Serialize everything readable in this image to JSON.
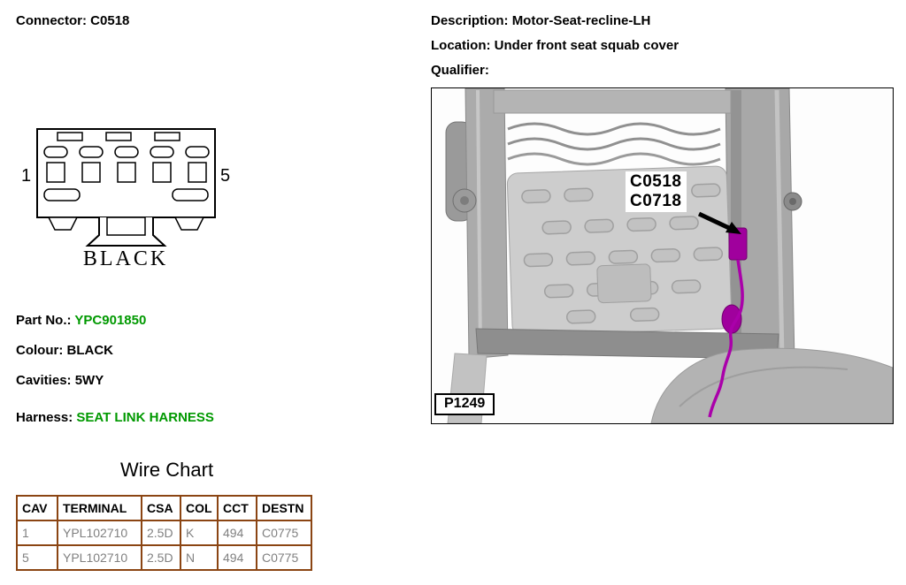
{
  "header": {
    "connector": {
      "label": "Connector:",
      "value": "C0518"
    },
    "description": {
      "label": "Description:",
      "value": "Motor-Seat-recline-LH"
    },
    "location": {
      "label": "Location:",
      "value": "Under front seat squab cover"
    },
    "qualifier": {
      "label": "Qualifier:",
      "value": ""
    }
  },
  "connector_diagram": {
    "first_pin": "1",
    "last_pin": "5",
    "housing_color": "BLACK"
  },
  "part_info": {
    "part_no": {
      "label": "Part No.:",
      "value": "YPC901850"
    },
    "colour": {
      "label": "Colour:",
      "value": "BLACK"
    },
    "cavities": {
      "label": "Cavities:",
      "value": "5WY"
    },
    "harness": {
      "label": "Harness:",
      "value": "SEAT LINK HARNESS"
    }
  },
  "photo": {
    "callout_line1": "C0518",
    "callout_line2": "C0718",
    "ref": "P1249"
  },
  "wire_chart": {
    "title": "Wire Chart",
    "columns": [
      "CAV",
      "TERMINAL",
      "CSA",
      "COL",
      "CCT",
      "DESTN"
    ],
    "rows": [
      [
        "1",
        "YPL102710",
        "2.5D",
        "K",
        "494",
        "C0775"
      ],
      [
        "5",
        "YPL102710",
        "2.5D",
        "N",
        "494",
        "C0775"
      ]
    ]
  },
  "colors": {
    "highlight_green": "#009900",
    "table_border": "#8B4513",
    "table_row_text": "#808080",
    "wire_highlight": "#AA00AA"
  }
}
